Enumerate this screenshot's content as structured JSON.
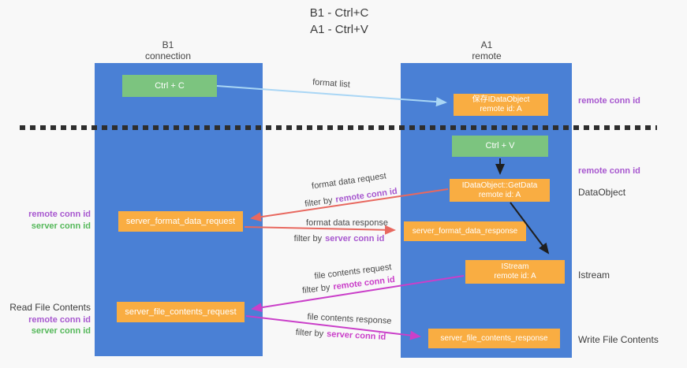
{
  "title": {
    "line1": "B1 - Ctrl+C",
    "line2": "A1 - Ctrl+V"
  },
  "columns": {
    "left": {
      "name": "B1",
      "subtitle": "connection"
    },
    "right": {
      "name": "A1",
      "subtitle": "remote"
    }
  },
  "boxes": {
    "ctrl_c": {
      "label": "Ctrl + C"
    },
    "save_idataobject": {
      "line1": "保存IDataObject",
      "line2": "remote id: A"
    },
    "ctrl_v": {
      "label": "Ctrl + V"
    },
    "getdata": {
      "line1": "IDataObject::GetData",
      "line2": "remote id: A"
    },
    "format_request": {
      "label": "server_format_data_request"
    },
    "format_response": {
      "label": "server_format_data_response"
    },
    "istream": {
      "line1": "IStream",
      "line2": "remote id: A"
    },
    "file_request": {
      "label": "server_file_contents_request"
    },
    "file_response": {
      "label": "server_file_contents_response"
    }
  },
  "arrow_labels": {
    "format_list": "format list",
    "format_data_request": "format data request",
    "format_data_response": "format data response",
    "file_contents_request": "file contents request",
    "file_contents_response": "file contents response",
    "filter_by": "filter by",
    "remote_conn_id": "remote conn id",
    "server_conn_id": "server conn id"
  },
  "side_labels": {
    "remote_conn_id": "remote conn id",
    "server_conn_id": "server conn id",
    "dataobject": "DataObject",
    "istream": "Istream",
    "read_file_contents": "Read File Contents",
    "write_file_contents": "Write File Contents"
  },
  "colors": {
    "column_blue": "#4a80d5",
    "box_green": "#7cc47f",
    "box_orange": "#f9ad42",
    "label_purple": "#a757cf",
    "label_green": "#55b85a",
    "arrow_red": "#e8685f",
    "arrow_magenta": "#ca3fc9",
    "arrow_lightblue": "#a9d6f5",
    "arrow_black": "#1f1f1f",
    "background": "#f8f8f8"
  }
}
